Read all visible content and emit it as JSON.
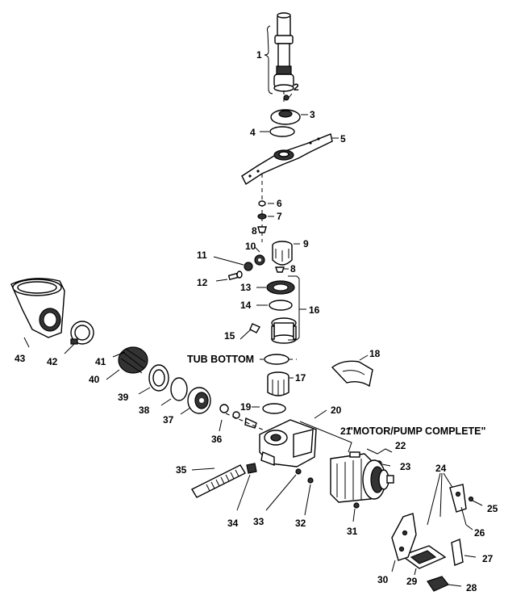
{
  "diagram": {
    "callouts": [
      "1",
      "2",
      "3",
      "4",
      "5",
      "6",
      "7",
      "8",
      "8",
      "9",
      "10",
      "11",
      "12",
      "13",
      "14",
      "15",
      "16",
      "17",
      "18",
      "19",
      "20",
      "21",
      "22",
      "23",
      "24",
      "25",
      "26",
      "27",
      "28",
      "29",
      "30",
      "31",
      "32",
      "33",
      "34",
      "35",
      "36",
      "37",
      "38",
      "39",
      "40",
      "41",
      "42",
      "43"
    ],
    "tub_bottom_label": "TUB BOTTOM",
    "assembly_label": "\"MOTOR/PUMP COMPLETE\""
  }
}
